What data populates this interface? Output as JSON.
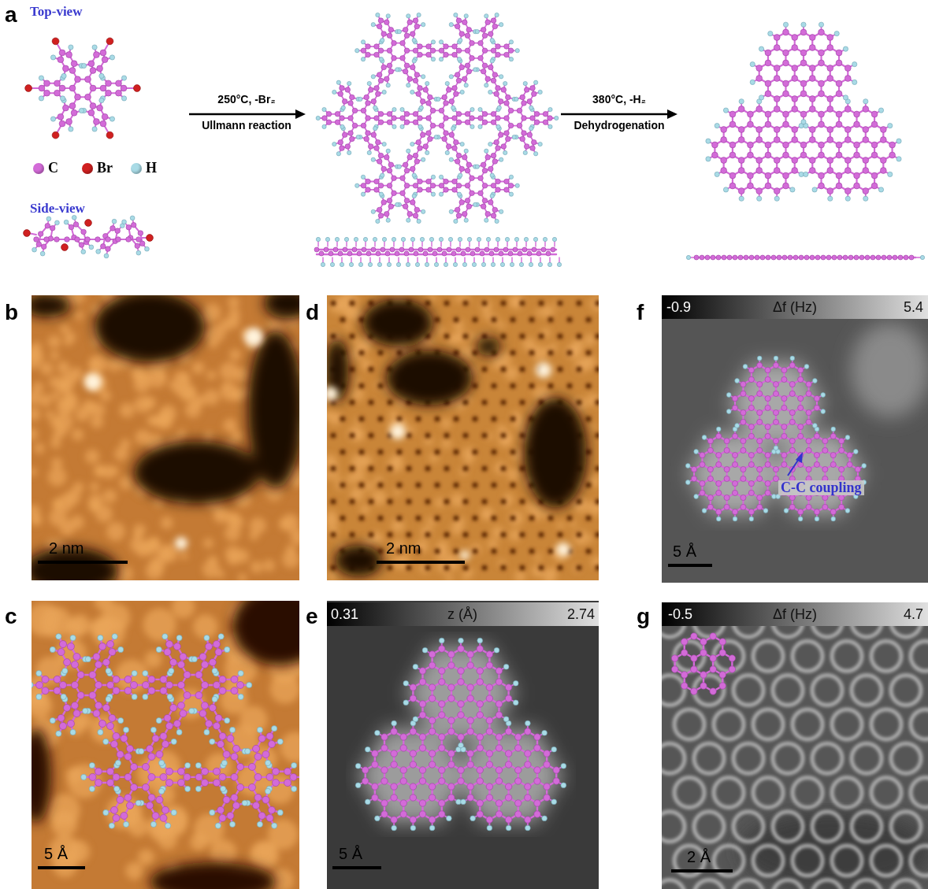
{
  "diagram": {
    "labels": [
      "a",
      "Top-view",
      "250°C, -Br₂",
      "Ullmann reaction",
      "380°C, -H₂",
      "Dehydrogenation",
      "Side-view",
      "b",
      "2 nm",
      "d",
      "2 nm",
      "f",
      "-0.9",
      "Δf (Hz)",
      "5.4",
      "C-C coupling",
      "5 Å",
      "c",
      "5 Å",
      "e",
      "0.31",
      "z (Å)",
      "2.74",
      "5 Å",
      "g",
      "-0.5",
      "Δf (Hz)",
      "4.7",
      "2 Å"
    ],
    "legend": [
      {
        "text": "C",
        "color": "#d36bd8"
      },
      {
        "text": "Br",
        "color": "#d02020"
      },
      {
        "text": "H",
        "color": "#a9dbe6"
      }
    ]
  }
}
